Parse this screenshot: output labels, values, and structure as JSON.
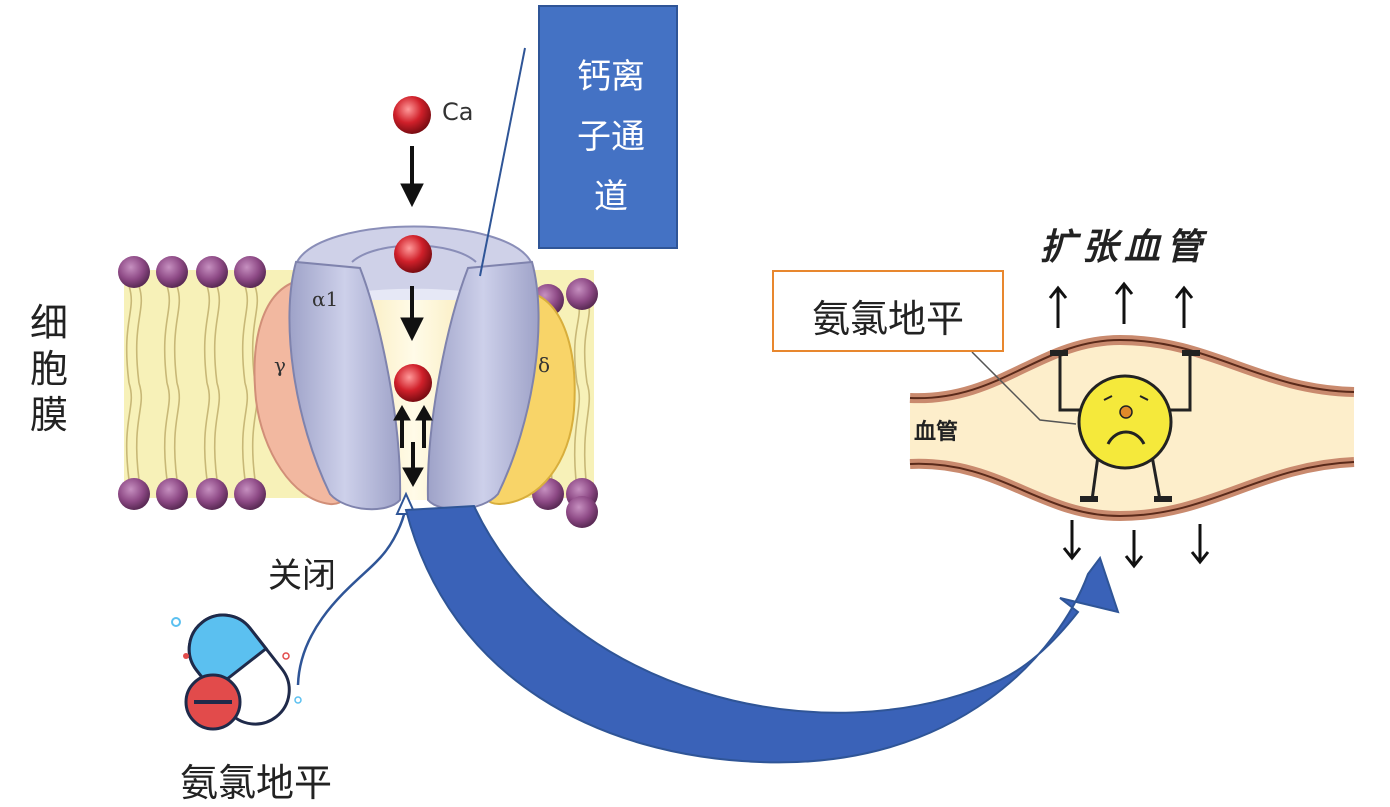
{
  "labels": {
    "membrane": "细胞膜",
    "ion": "Ca",
    "channel": "钙离子通道",
    "close": "关闭",
    "drug": "氨氯地平",
    "drug_box": "氨氯地平",
    "dilate": "扩张血管",
    "vessel": "血管",
    "subunit_alpha": "α1",
    "subunit_gamma": "γ",
    "subunit_delta": "δ"
  },
  "colors": {
    "channel_box": "#4472c4",
    "drug_box_border": "#e8872e",
    "big_arrow": "#3a62b8",
    "channel_body": "#b9bcd9",
    "calcium_ion": "#d0202a",
    "lipid_head": "#8e4a86",
    "vessel_wall": "#c98a6e",
    "face": "#f5e93b"
  },
  "icons": [
    "capsule-icon",
    "pill-icon",
    "face-icon"
  ]
}
